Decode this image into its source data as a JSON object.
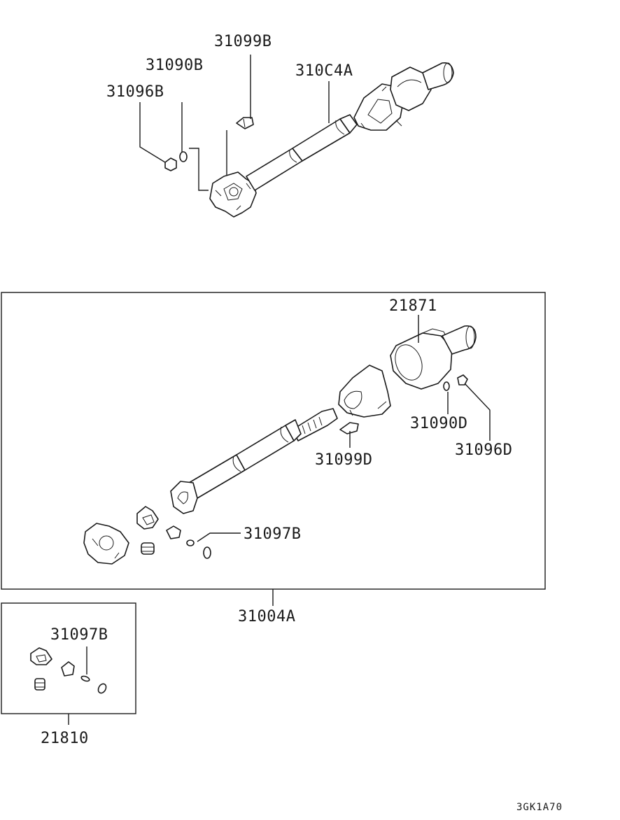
{
  "labels": {
    "p31099B": "31099B",
    "p31090B": "31090B",
    "p310C4A": "310C4A",
    "p31096B": "31096B",
    "p21871": "21871",
    "p31090D": "31090D",
    "p31096D": "31096D",
    "p31099D": "31099D",
    "p31097B_main": "31097B",
    "p31004A": "31004A",
    "p31097B_kit": "31097B",
    "p21810": "21810"
  },
  "diagram_code": "3GK1A70"
}
